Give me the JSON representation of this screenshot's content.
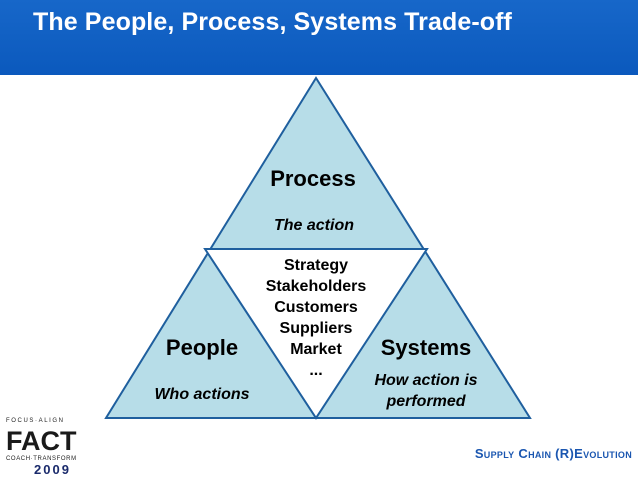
{
  "header": {
    "title": "The People, Process, Systems Trade-off"
  },
  "diagram": {
    "top": {
      "title": "Process",
      "subtitle": "The action"
    },
    "left": {
      "title": "People",
      "subtitle": "Who actions"
    },
    "right": {
      "title": "Systems",
      "subtitle_line1": "How action is",
      "subtitle_line2": "performed"
    },
    "center_list": [
      "Strategy",
      "Stakeholders",
      "Customers",
      "Suppliers",
      "Market",
      "..."
    ],
    "colors": {
      "fill": "#b7dde8",
      "stroke": "#1f5f9e",
      "header": "#0b59bd"
    }
  },
  "logo": {
    "top_text": "FOCUS·ALIGN",
    "main_text": "FACT",
    "bottom_text": "COACH·TRANSFORM",
    "year": "2009"
  },
  "footer": {
    "brand": "Supply Chain (R)Evolution"
  }
}
